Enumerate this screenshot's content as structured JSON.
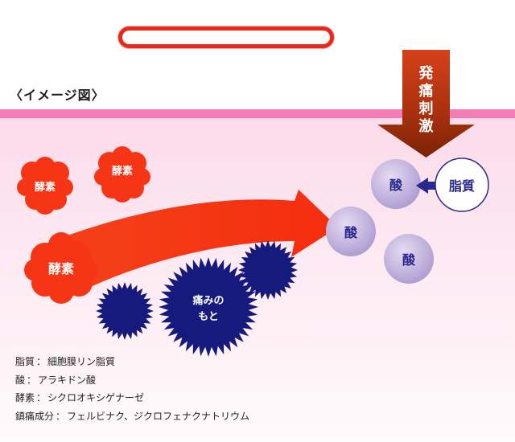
{
  "heading": "〈イメージ図〉",
  "stimulus_label": "発痛刺激",
  "nodes": {
    "enzyme_small_1": "酵素",
    "enzyme_small_2": "酵素",
    "enzyme_arrow": "酵素",
    "acid_center": "酸",
    "acid_top": "酸",
    "acid_bottom": "酸",
    "lipid": "脂質",
    "pain_source": "痛みの\nもと"
  },
  "legend": [
    {
      "term": "脂質",
      "definition": "細胞膜リン脂質"
    },
    {
      "term": "酸",
      "definition": "アラキドン酸"
    },
    {
      "term": "酵素",
      "definition": "シクロオキシゲナーゼ"
    },
    {
      "term": "鎮痛成分",
      "definition": "フェルビナク、ジクロフェナクナトリウム"
    }
  ],
  "colors": {
    "skin_line": "#f47db7",
    "enzyme_red": "#f53516",
    "arrow_brown": "#8b2a08",
    "acid_purple": "#b7a7d8",
    "pain_navy": "#161a7c",
    "lipid_border": "#2a2a8c"
  }
}
